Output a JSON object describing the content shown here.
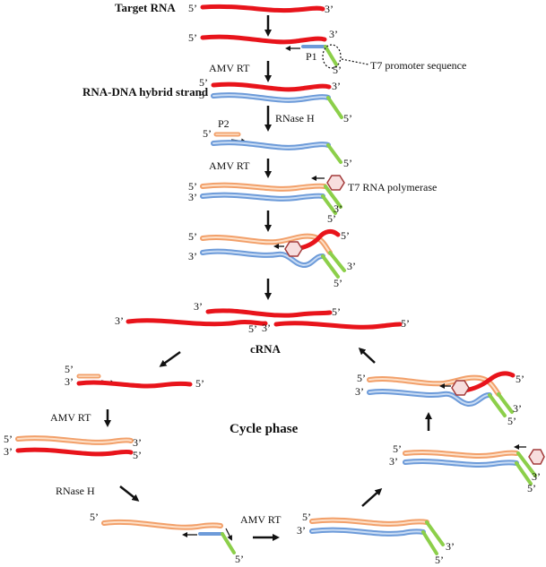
{
  "colors": {
    "rna": "#e8141b",
    "dna_blue": "#6d9bd9",
    "dna_blue_fill": "#c9dcf4",
    "dna_orange": "#f2a06a",
    "dna_orange_fill": "#fde0c8",
    "promoter_green": "#8ccf4a",
    "polymerase_edge": "#a33b3b",
    "polymerase_fill": "#f7dede",
    "arrow": "#111111"
  },
  "icons": {
    "polymerase": "hexagon-icon",
    "flow": "arrow-icon",
    "primer_direction": "small-arrow-icon"
  },
  "labels": {
    "target_rna": "Target RNA",
    "amv_rt": "AMV RT",
    "hybrid": "RNA-DNA hybrid strand",
    "rnase_h": "RNase H",
    "t7_polymerase": "T7 RNA polymerase",
    "t7_promoter": "T7 promoter sequence",
    "p1": "P1",
    "p2": "P2",
    "crna": "cRNA",
    "cycle_phase": "Cycle phase"
  },
  "ends": {
    "five_prime": "5’",
    "three_prime": "3’"
  }
}
